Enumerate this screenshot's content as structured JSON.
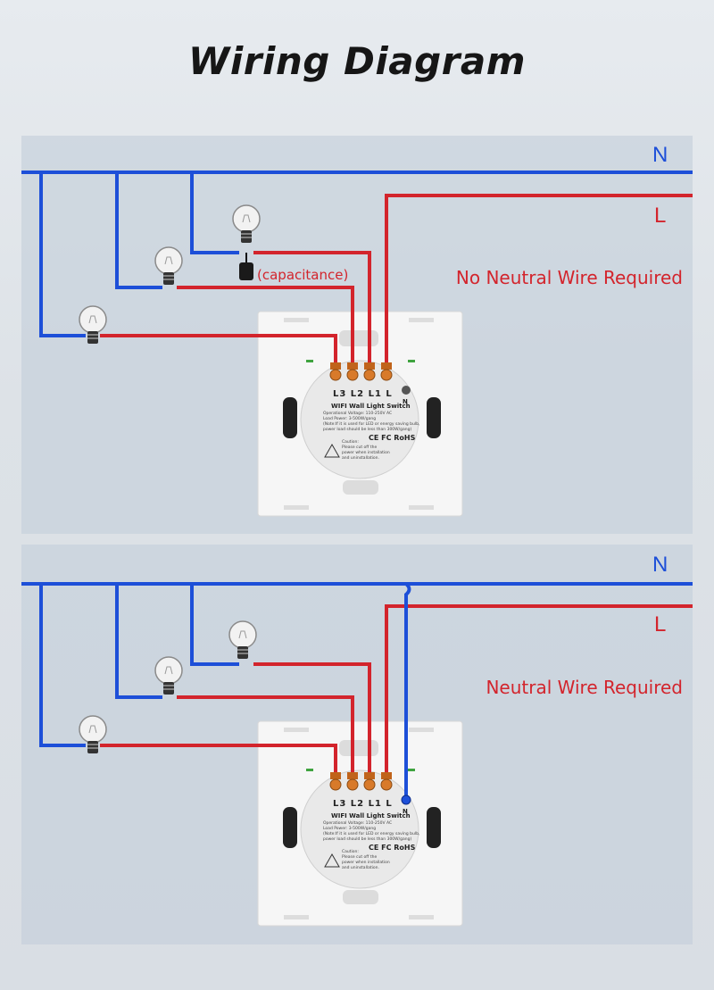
{
  "title": "Wiring Diagram",
  "colors": {
    "neutral": "#1d4fd8",
    "live": "#d3242c"
  },
  "diagrams": [
    {
      "n_label": "N",
      "l_label": "L",
      "note": "No Neutral Wire Required",
      "capacitance_label": "(capacitance)",
      "switch": {
        "terminals": "L3  L2  L1  L",
        "neutral_mark": "N",
        "product": "WIFI Wall Light Switch",
        "specs": [
          "Operational Voltage: 110-250V AC",
          "Load Power: 3-500W/gang",
          "(Note:If it is used for LED or energy saving bulb,",
          "power load should be less than 300W/gang)"
        ],
        "marks": "CE FC RoHS",
        "warning": [
          "Caution:",
          "Please cut off the",
          "power when installation",
          "and uninstallation."
        ]
      }
    },
    {
      "n_label": "N",
      "l_label": "L",
      "note": "Neutral Wire Required",
      "switch": {
        "terminals": "L3  L2  L1  L",
        "neutral_mark": "N",
        "product": "WIFI Wall Light Switch",
        "specs": [
          "Operational Voltage: 110-250V AC",
          "Load Power: 3-500W/gang",
          "(Note:If it is used for LED or energy saving bulb,",
          "power load should be less than 300W/gang)"
        ],
        "marks": "CE FC RoHS",
        "warning": [
          "Caution:",
          "Please cut off the",
          "power when installation",
          "and uninstallation."
        ]
      }
    }
  ]
}
